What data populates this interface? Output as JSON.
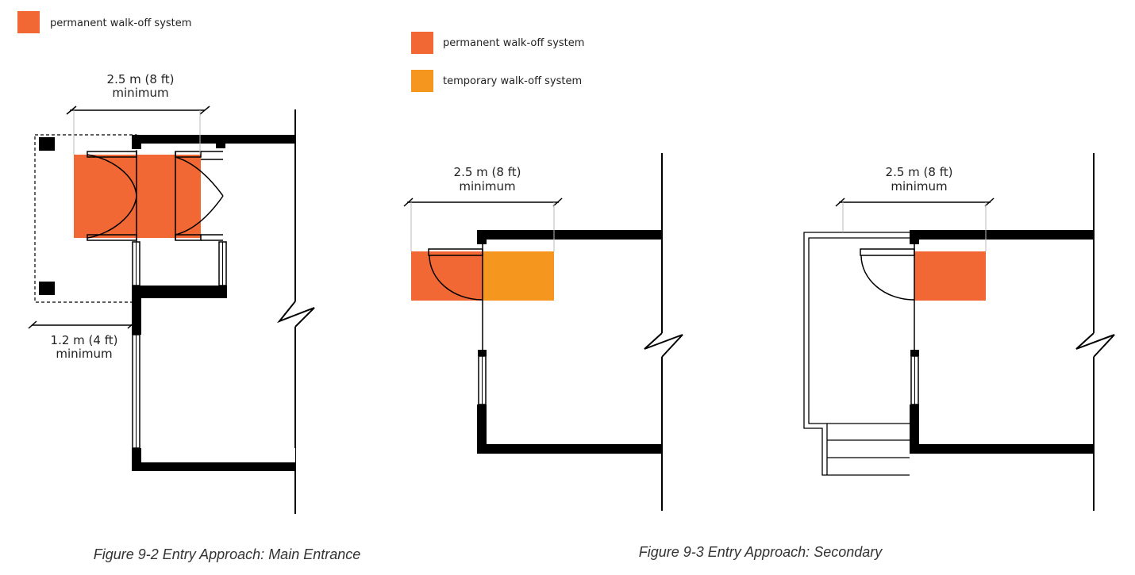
{
  "colors": {
    "permanent": "#F26835",
    "temporary": "#F5961F",
    "wall": "#000000"
  },
  "legend_main": {
    "permanent_label": "permanent walk-off system"
  },
  "legend_secondary": {
    "permanent_label": "permanent walk-off system",
    "temporary_label": "temporary walk-off system"
  },
  "figure_main": {
    "dim_top_line1": "2.5 m (8 ft)",
    "dim_top_line2": "minimum",
    "dim_side_line1": "1.2 m (4 ft)",
    "dim_side_line2": "minimum",
    "caption": "Figure 9-2 Entry Approach: Main Entrance"
  },
  "figure_secondary": {
    "dim_a_line1": "2.5 m (8 ft)",
    "dim_a_line2": "minimum",
    "dim_b_line1": "2.5 m (8 ft)",
    "dim_b_line2": "minimum",
    "caption": "Figure 9-3 Entry Approach: Secondary"
  }
}
